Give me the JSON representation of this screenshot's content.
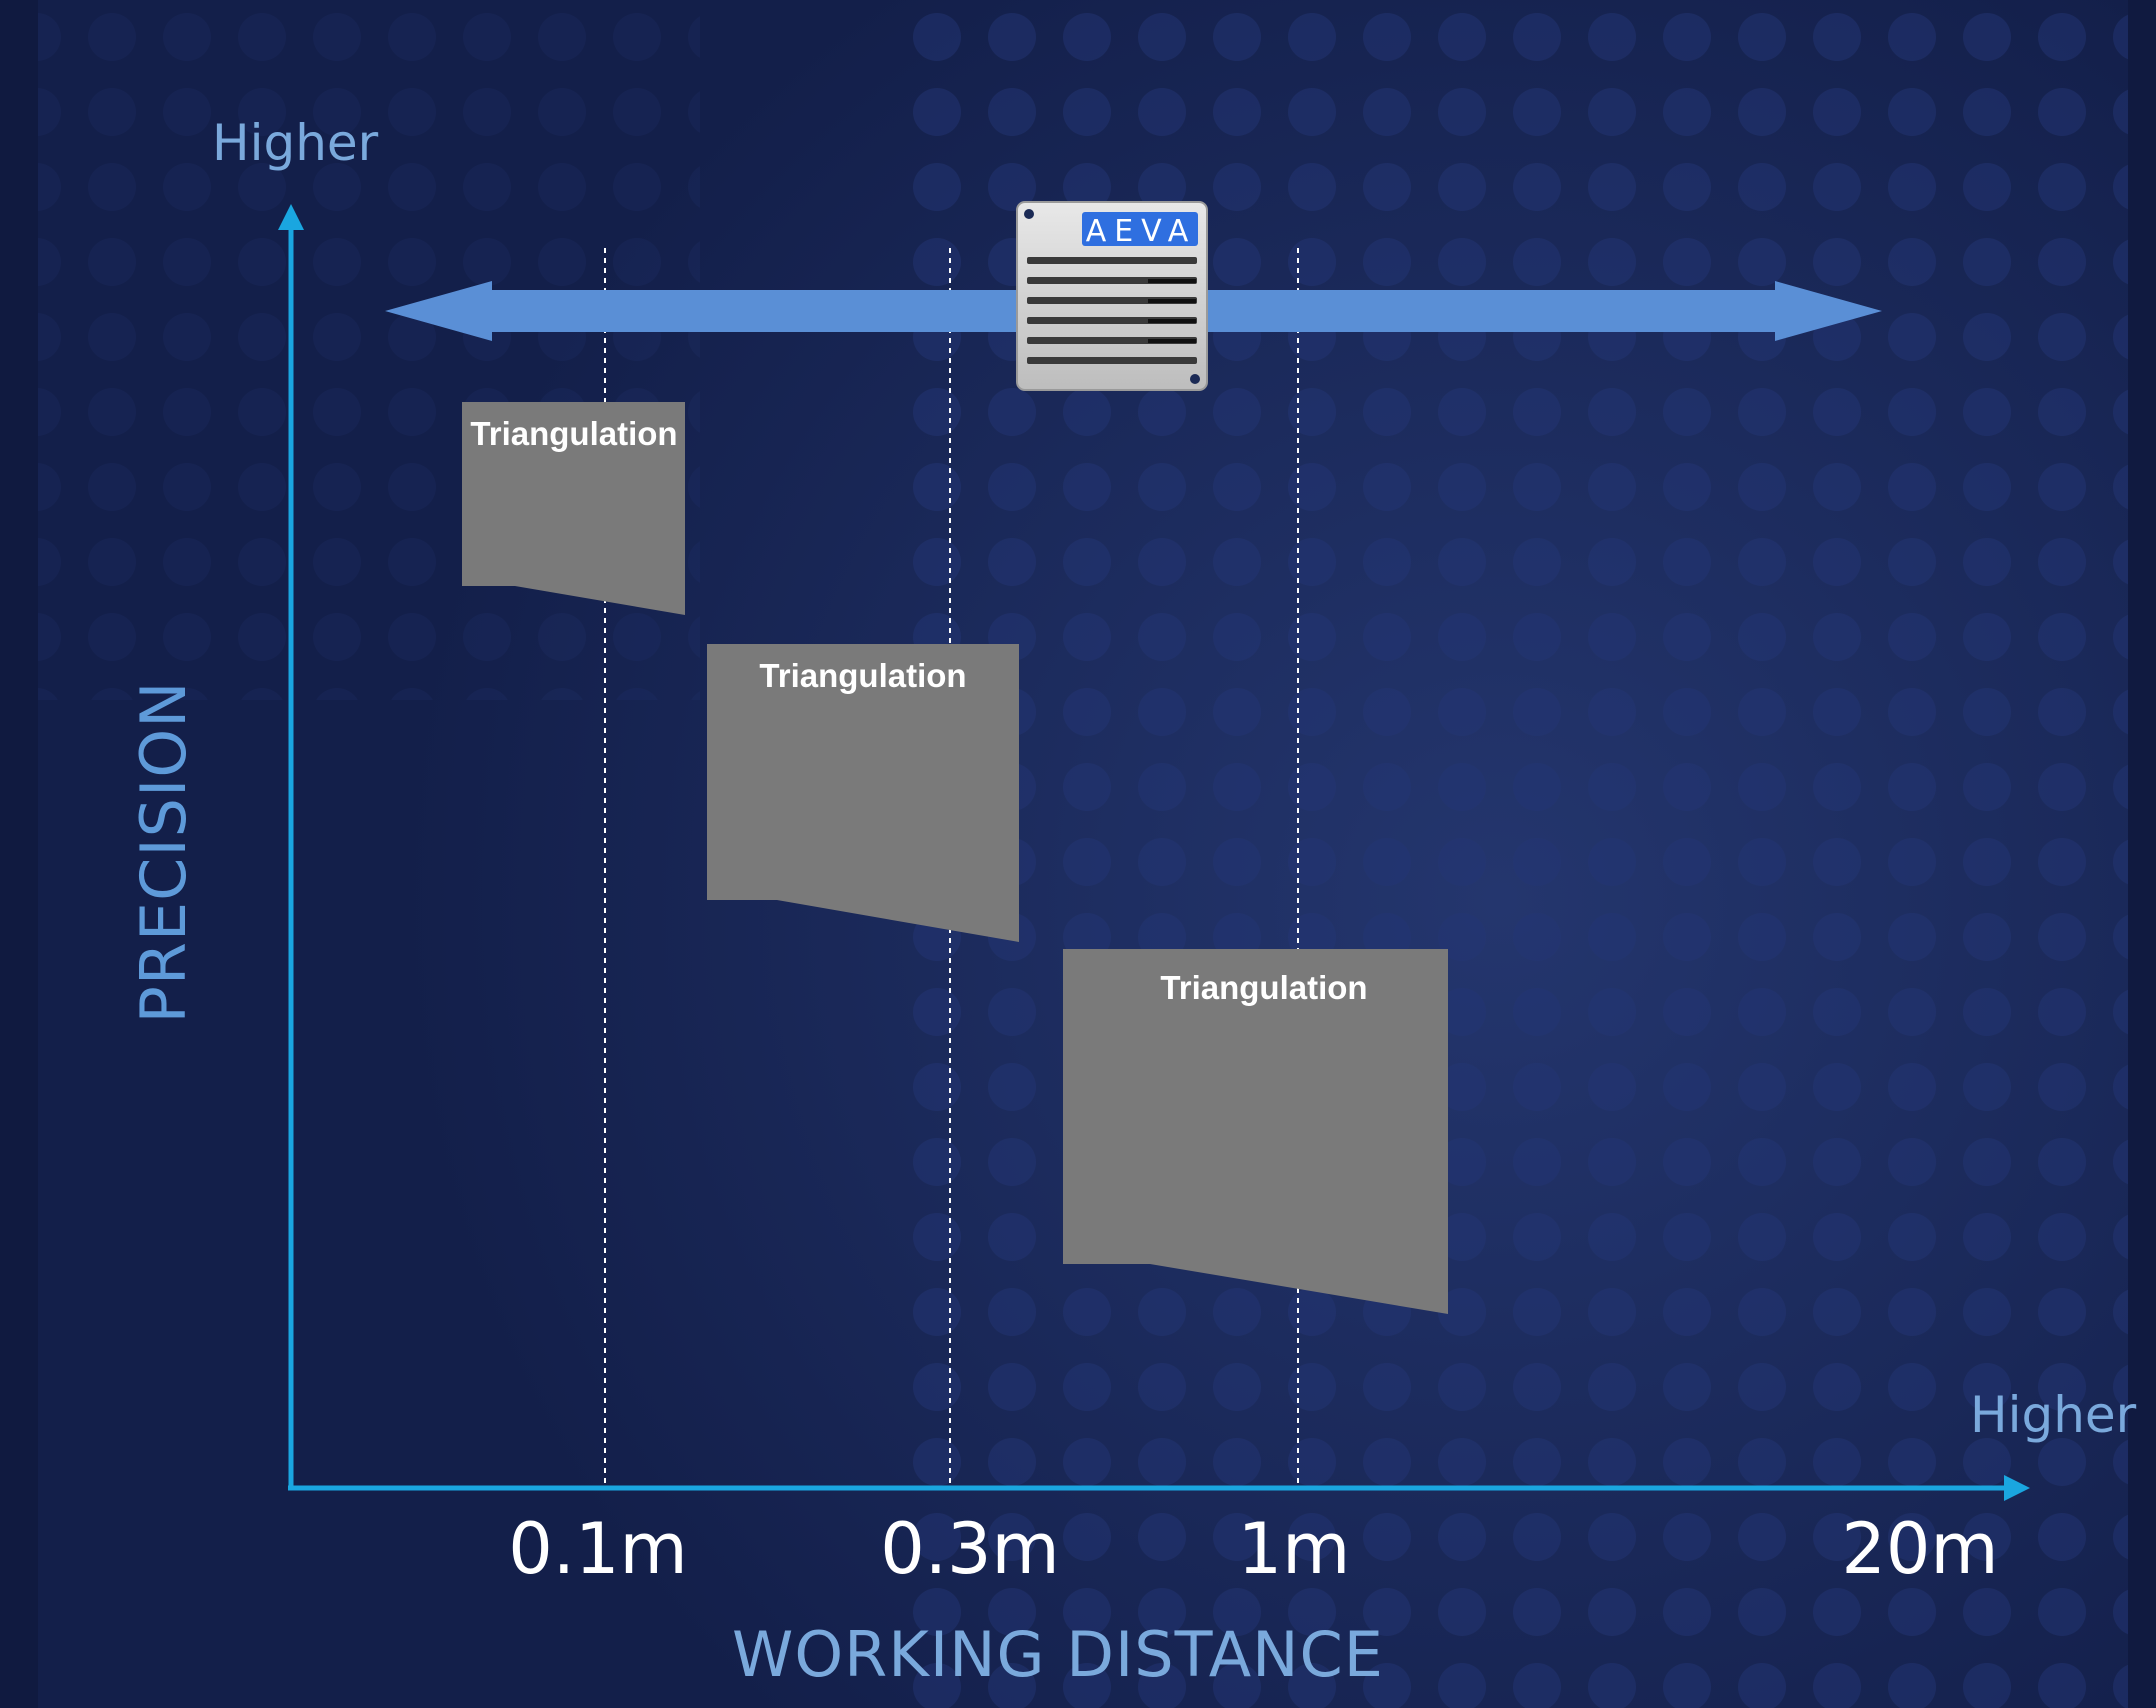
{
  "axes": {
    "y_high_label": "Higher",
    "x_high_label": "Higher",
    "y_title": "PRECISION",
    "x_title": "WORKING DISTANCE"
  },
  "ticks": [
    "0.1m",
    "0.3m",
    "1m",
    "20m"
  ],
  "boxes": [
    {
      "label": "Triangulation"
    },
    {
      "label": "Triangulation"
    },
    {
      "label": "Triangulation"
    }
  ],
  "sensor": {
    "brand": "AEVA"
  },
  "colors": {
    "background": "#131f4a",
    "axis": "#1aa6e0",
    "label": "#7aa9dc",
    "arrow_band": "#5a8fd6",
    "box": "#7a7a7a",
    "tick_text": "#ffffff",
    "brand_badge": "#2f6fe0"
  }
}
